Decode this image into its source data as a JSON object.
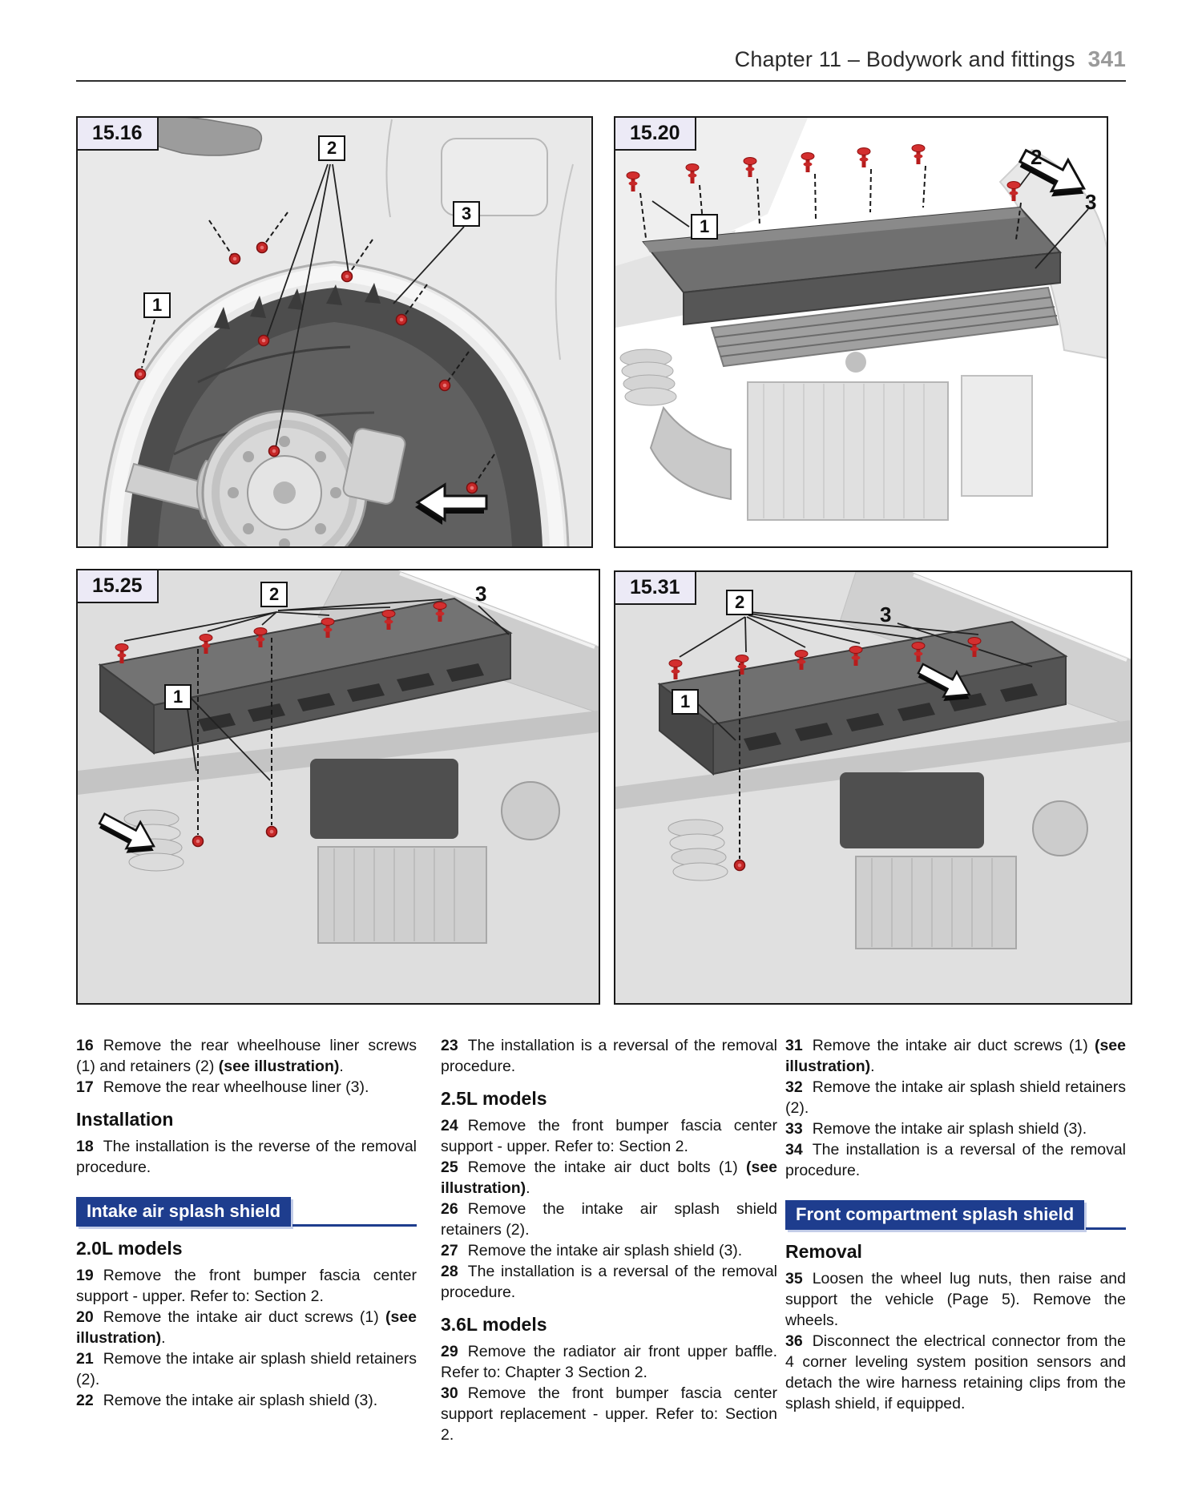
{
  "header": {
    "title": "Chapter 11 – Bodywork and fittings",
    "page_number": "341"
  },
  "figures": [
    {
      "label": "15.16",
      "callouts": [
        {
          "label": "1"
        },
        {
          "label": "2"
        },
        {
          "label": "3"
        }
      ]
    },
    {
      "label": "15.20",
      "callouts": [
        {
          "label": "1"
        },
        {
          "label": "2"
        },
        {
          "label": "3"
        }
      ]
    },
    {
      "label": "15.25",
      "callouts": [
        {
          "label": "1"
        },
        {
          "label": "2"
        },
        {
          "label": "3"
        }
      ]
    },
    {
      "label": "15.31",
      "callouts": [
        {
          "label": "1"
        },
        {
          "label": "2"
        },
        {
          "label": "3"
        }
      ]
    }
  ],
  "columns": [
    {
      "blocks": [
        {
          "type": "step",
          "num": "16",
          "parts": [
            [
              "Remove the rear wheelhouse liner screws (1) and retainers (2) ",
              0
            ],
            [
              "(see illustration)",
              1
            ],
            [
              ".",
              0
            ]
          ]
        },
        {
          "type": "step",
          "num": "17",
          "parts": [
            [
              "Remove the rear wheelhouse liner (3).",
              0
            ]
          ]
        },
        {
          "type": "h3",
          "text": "Installation"
        },
        {
          "type": "step",
          "num": "18",
          "parts": [
            [
              "The installation is the reverse of the removal procedure.",
              0
            ]
          ]
        },
        {
          "type": "section",
          "text": "Intake air splash shield"
        },
        {
          "type": "h3",
          "text": "2.0L models"
        },
        {
          "type": "step",
          "num": "19",
          "parts": [
            [
              "Remove the front bumper fascia center support - upper. Refer to: Section 2.",
              0
            ]
          ]
        },
        {
          "type": "step",
          "num": "20",
          "parts": [
            [
              "Remove the intake air duct screws (1) ",
              0
            ],
            [
              "(see illustration)",
              1
            ],
            [
              ".",
              0
            ]
          ]
        },
        {
          "type": "step",
          "num": "21",
          "parts": [
            [
              "Remove the intake air splash shield retainers (2).",
              0
            ]
          ]
        },
        {
          "type": "step",
          "num": "22",
          "parts": [
            [
              "Remove the intake air splash shield (3).",
              0
            ]
          ]
        }
      ]
    },
    {
      "blocks": [
        {
          "type": "step",
          "num": "23",
          "parts": [
            [
              "The installation is a reversal of the removal procedure.",
              0
            ]
          ]
        },
        {
          "type": "h3",
          "text": "2.5L models"
        },
        {
          "type": "step",
          "num": "24",
          "parts": [
            [
              "Remove the front bumper fascia center support - upper. Refer to: Section 2.",
              0
            ]
          ]
        },
        {
          "type": "step",
          "num": "25",
          "parts": [
            [
              "Remove the intake air duct bolts (1) ",
              0
            ],
            [
              "(see illustration)",
              1
            ],
            [
              ".",
              0
            ]
          ]
        },
        {
          "type": "step",
          "num": "26",
          "parts": [
            [
              "Remove the intake air splash shield retainers (2).",
              0
            ]
          ]
        },
        {
          "type": "step",
          "num": "27",
          "parts": [
            [
              "Remove the intake air splash shield (3).",
              0
            ]
          ]
        },
        {
          "type": "step",
          "num": "28",
          "parts": [
            [
              "The installation is a reversal of the removal procedure.",
              0
            ]
          ]
        },
        {
          "type": "h3",
          "text": "3.6L models"
        },
        {
          "type": "step",
          "num": "29",
          "parts": [
            [
              "Remove the radiator air front upper baffle. Refer to: Chapter 3 Section 2.",
              0
            ]
          ]
        },
        {
          "type": "step",
          "num": "30",
          "parts": [
            [
              "Remove the front bumper fascia center support replacement - upper. Refer to: Section 2.",
              0
            ]
          ]
        }
      ]
    },
    {
      "blocks": [
        {
          "type": "step",
          "num": "31",
          "parts": [
            [
              "Remove the intake air duct screws (1) ",
              0
            ],
            [
              "(see illustration)",
              1
            ],
            [
              ".",
              0
            ]
          ]
        },
        {
          "type": "step",
          "num": "32",
          "parts": [
            [
              "Remove the intake air splash shield retainers (2).",
              0
            ]
          ]
        },
        {
          "type": "step",
          "num": "33",
          "parts": [
            [
              "Remove the intake air splash shield (3).",
              0
            ]
          ]
        },
        {
          "type": "step",
          "num": "34",
          "parts": [
            [
              "The installation is a reversal of the removal procedure.",
              0
            ]
          ]
        },
        {
          "type": "section",
          "text": "Front compartment splash shield"
        },
        {
          "type": "h3",
          "text": "Removal"
        },
        {
          "type": "step",
          "num": "35",
          "parts": [
            [
              "Loosen the wheel lug nuts, then raise and support the vehicle (Page 5). Remove the wheels.",
              0
            ]
          ]
        },
        {
          "type": "step",
          "num": "36",
          "parts": [
            [
              "Disconnect the electrical connector from the 4 corner leveling system position sensors and detach the wire harness retaining clips from the splash shield, if equipped.",
              0
            ]
          ]
        }
      ]
    }
  ],
  "colors": {
    "section_bg": "#1e3d8e",
    "fastener_red": "#c62828",
    "page_number_gray": "#9a9a9a"
  }
}
